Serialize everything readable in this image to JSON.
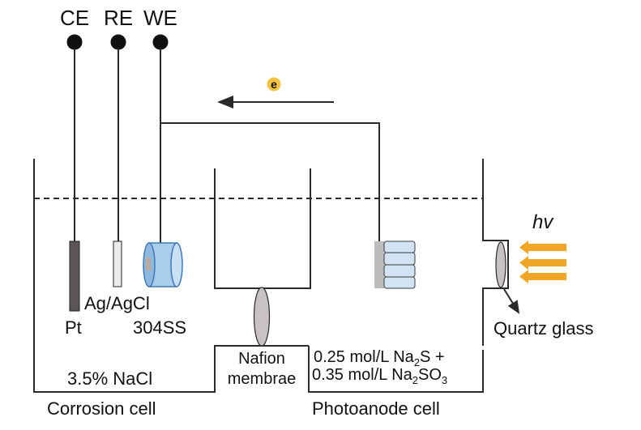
{
  "electrodes": {
    "ce": "CE",
    "re": "RE",
    "we": "WE"
  },
  "electron_symbol": "e",
  "light_symbol": "hv",
  "corrosion_cell": {
    "title": "Corrosion cell",
    "electrolyte": "3.5% NaCl",
    "pt_label": "Pt",
    "ref_label": "Ag/AgCl",
    "steel_label": "304SS"
  },
  "membrane": {
    "line1": "Nafion",
    "line2": "membrae"
  },
  "photoanode_cell": {
    "title": "Photoanode cell",
    "sol1_text": "0.25 mol/L Na",
    "sol1_sub": "2",
    "sol1_rest": "S +",
    "sol2_text": "0.35 mol/L Na",
    "sol2_sub": "2",
    "sol2_mid": "SO",
    "sol2_sub2": "3"
  },
  "window_label": "Quartz glass",
  "colors": {
    "line": "#2a2a2a",
    "pt_electrode": "#5c5455",
    "ref_electrode": "#ececec",
    "steel": "#a9cdea",
    "steel_edge": "#3f78b8",
    "photoanode_plate": "#bcbcbc",
    "photoanode_layers": "#d2e4f3",
    "membrane": "#c8c2c2",
    "light_arrow": "#f0a524",
    "electron_badge": "#f5c342"
  }
}
